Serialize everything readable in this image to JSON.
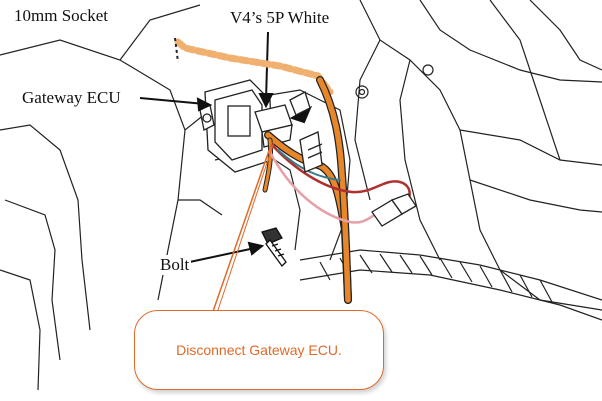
{
  "labels": {
    "socket": "10mm Socket",
    "connector": "V4’s 5P White",
    "gateway_ecu": "Gateway ECU",
    "bolt": "Bolt"
  },
  "callout": {
    "text": "Disconnect Gateway ECU."
  },
  "colors": {
    "harness_orange": "#e8872a",
    "wire_red": "#b03030",
    "wire_pink": "#e8a0a8",
    "callout_accent": "#e06a2a",
    "dotted_path": "#f0b070"
  }
}
